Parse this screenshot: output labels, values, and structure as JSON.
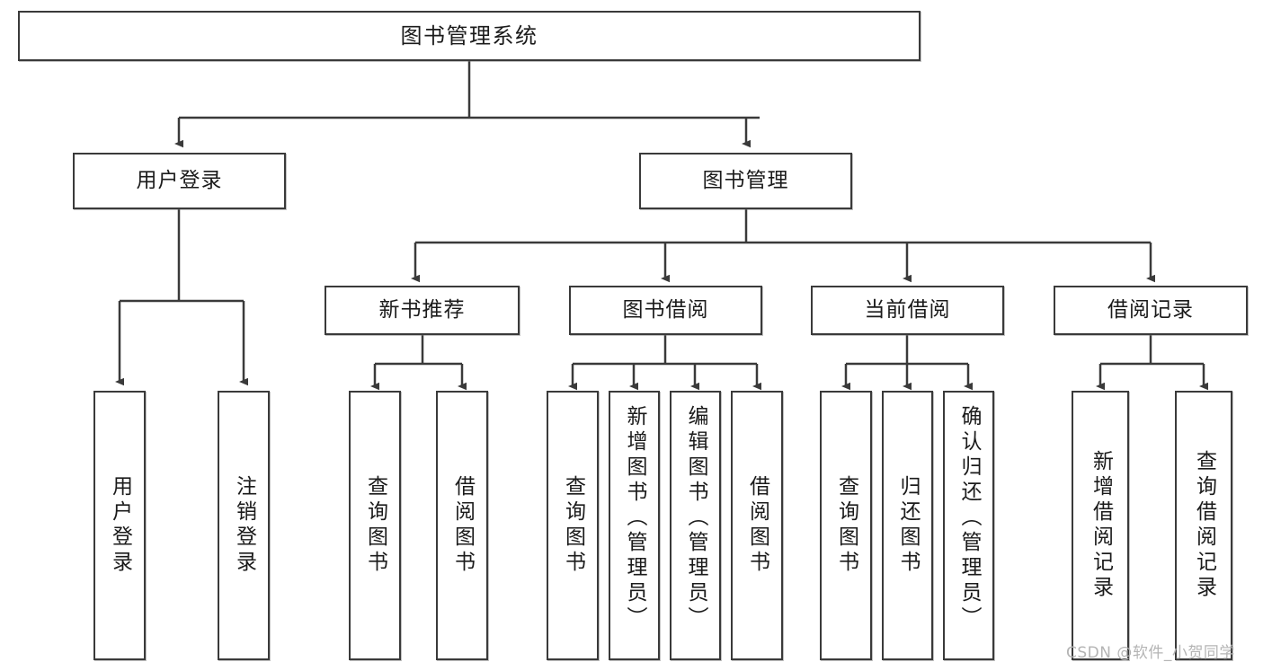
{
  "diagram": {
    "type": "tree-hierarchy",
    "title_node": {
      "label": "图书管理系统"
    },
    "level2": [
      {
        "id": "user-login",
        "label": "用户登录"
      },
      {
        "id": "book-management",
        "label": "图书管理"
      }
    ],
    "level3": [
      {
        "id": "new-book-recommend",
        "label": "新书推荐",
        "parent": "book-management"
      },
      {
        "id": "book-borrow",
        "label": "图书借阅",
        "parent": "book-management"
      },
      {
        "id": "current-borrow",
        "label": "当前借阅",
        "parent": "book-management"
      },
      {
        "id": "borrow-record",
        "label": "借阅记录",
        "parent": "book-management"
      }
    ],
    "leaves": [
      {
        "id": "leaf-user-login",
        "label": "用户登录",
        "parent": "user-login"
      },
      {
        "id": "leaf-logout-login",
        "label": "注销登录",
        "parent": "user-login"
      },
      {
        "id": "leaf-query-book-1",
        "label": "查询图书",
        "parent": "new-book-recommend"
      },
      {
        "id": "leaf-borrow-book-1",
        "label": "借阅图书",
        "parent": "new-book-recommend"
      },
      {
        "id": "leaf-query-book-2",
        "label": "查询图书",
        "parent": "book-borrow"
      },
      {
        "id": "leaf-add-book",
        "label": "新增图书（管理员）",
        "parent": "book-borrow"
      },
      {
        "id": "leaf-edit-book",
        "label": "编辑图书（管理员）",
        "parent": "book-borrow"
      },
      {
        "id": "leaf-borrow-book-2",
        "label": "借阅图书",
        "parent": "book-borrow"
      },
      {
        "id": "leaf-query-book-3",
        "label": "查询图书",
        "parent": "current-borrow"
      },
      {
        "id": "leaf-return-book",
        "label": "归还图书",
        "parent": "current-borrow"
      },
      {
        "id": "leaf-confirm-return",
        "label": "确认归还（管理员）",
        "parent": "current-borrow"
      },
      {
        "id": "leaf-add-record",
        "label": "新增借阅记录",
        "parent": "borrow-record"
      },
      {
        "id": "leaf-query-record",
        "label": "查询借阅记录",
        "parent": "borrow-record"
      }
    ]
  },
  "watermark": {
    "text": "CSDN @软件_小贺同学"
  },
  "colors": {
    "border": "#3a3a3a",
    "background": "#ffffff",
    "text": "#1b1b1b",
    "watermark": "#b4b4b4"
  }
}
